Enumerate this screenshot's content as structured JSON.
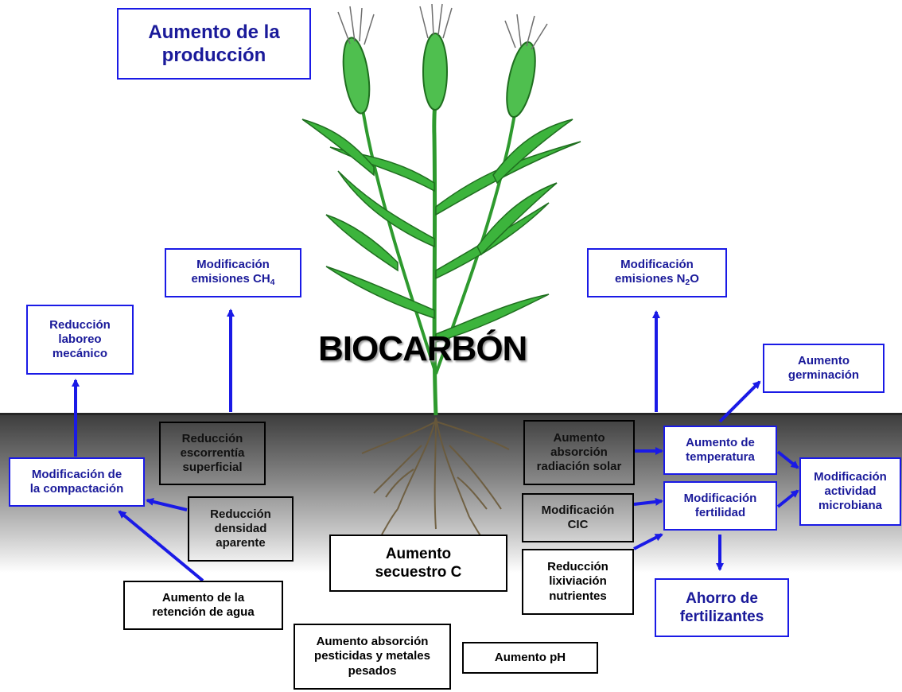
{
  "title": "BIOCARBÓN",
  "boxes": {
    "aumento_produccion": [
      "Aumento de la",
      "producción"
    ],
    "mod_ch4": [
      "Modificación",
      "emisiones CH"
    ],
    "ch4_sub": "4",
    "mod_n2o_1": "Modificación",
    "mod_n2o_2a": "emisiones N",
    "n2o_sub": "2",
    "mod_n2o_2b": "O",
    "reduccion_laboreo": [
      "Reducción",
      "laboreo",
      "mecánico"
    ],
    "aumento_germinacion": [
      "Aumento",
      "germinación"
    ],
    "reduccion_escorrentia": [
      "Reducción",
      "escorrentía",
      "superficial"
    ],
    "aumento_absorcion_radiacion": [
      "Aumento",
      "absorción",
      "radiación solar"
    ],
    "aumento_temperatura": [
      "Aumento de",
      "temperatura"
    ],
    "mod_compactacion": [
      "Modificación de",
      "la compactación"
    ],
    "mod_actividad_microbiana": [
      "Modificación",
      "actividad",
      "microbiana"
    ],
    "reduccion_densidad": [
      "Reducción",
      "densidad",
      "aparente"
    ],
    "mod_cic": [
      "Modificación",
      "CIC"
    ],
    "mod_fertilidad": [
      "Modificación",
      "fertilidad"
    ],
    "aumento_secuestro": [
      "Aumento",
      "secuestro C"
    ],
    "reduccion_lixiviacion": [
      "Reducción",
      "lixiviación",
      "nutrientes"
    ],
    "ahorro_fertilizantes": [
      "Ahorro de",
      "fertilizantes"
    ],
    "aumento_retencion": [
      "Aumento de la",
      "retención de agua"
    ],
    "aumento_absorcion_pesticidas": [
      "Aumento absorción",
      "pesticidas y metales",
      "pesados"
    ],
    "aumento_ph": "Aumento pH"
  },
  "colors": {
    "arrow": "#1a1ae6",
    "box_text": "#1a1a9a",
    "leaf": "#3cb43c",
    "root": "#6b5a3a"
  },
  "icons": [
    "wheat-plant-illustration",
    "roots-illustration",
    "arrow"
  ]
}
